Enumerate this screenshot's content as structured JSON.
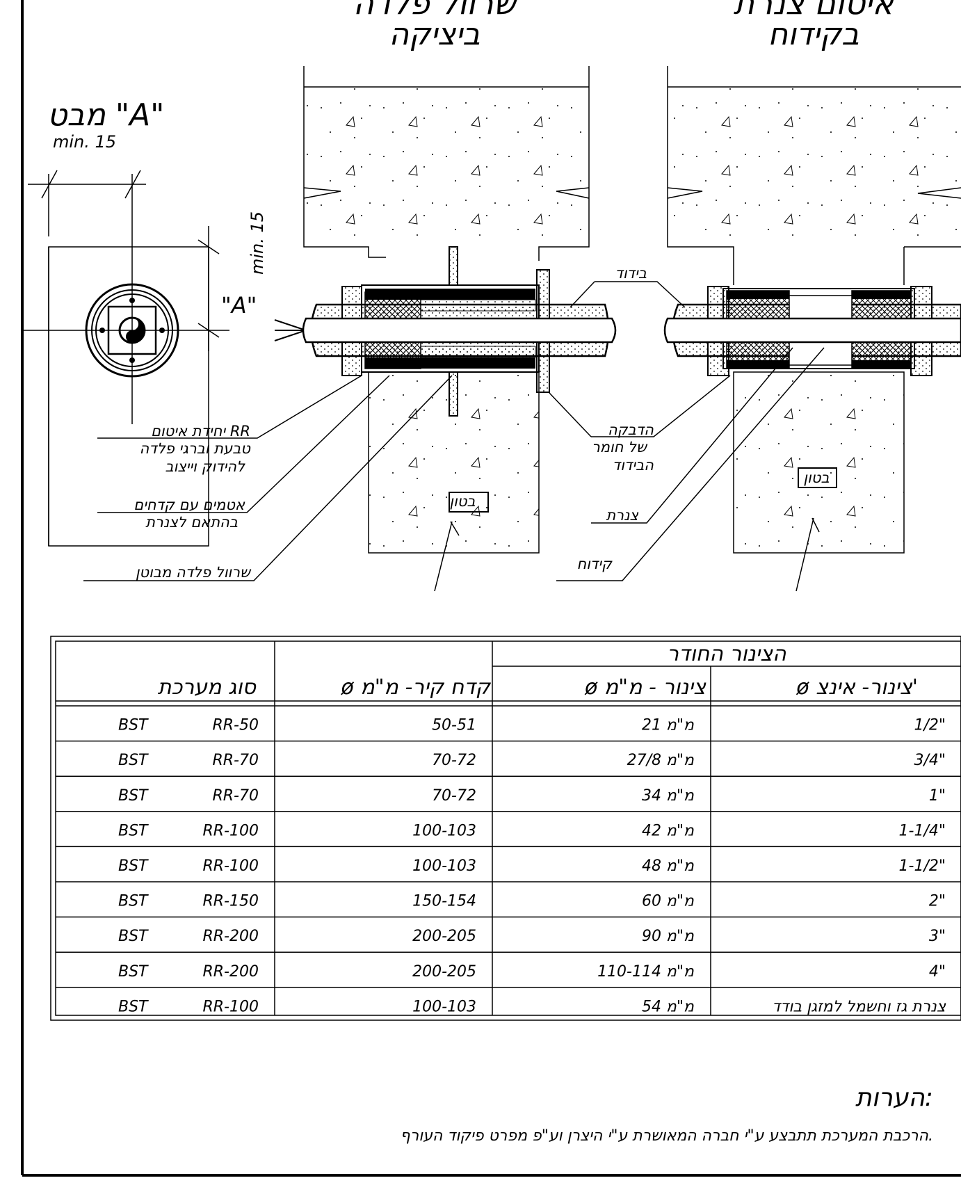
{
  "titles": {
    "left_top": "שרוול פלדה",
    "left": "ביציקה",
    "right_top": "איטום צנרת",
    "right": "בקידוח"
  },
  "view": {
    "title": "מבט \"A\"",
    "min1": "min. 15",
    "min2": "min. 15",
    "marker": "\"A\""
  },
  "labels": {
    "insulation": "בידוד",
    "rr_unit_l1": "יחידת איטום RR",
    "rr_unit_l2": "טבעת וברגי פלדה",
    "rr_unit_l3": "להידוק וייצוב",
    "seals_l1": "אטמים עם קדחים",
    "seals_l2": "בהתאם לצנרת",
    "sleeve": "שרוול פלדה מבוטן",
    "glue_l1": "הדבקה",
    "glue_l2": "של חומר",
    "glue_l3": "הבידוד",
    "pipe": "צנרת",
    "drilling": "קידוח",
    "concrete_left": "בטון",
    "concrete_right": "בטון"
  },
  "table": {
    "header_group": "הצינור החודר",
    "col_system": "סוג מערכת",
    "col_core": "ø קדח קיר- מ\"מ",
    "col_mm": "ø צינור - מ\"מ",
    "col_inch": "ø צינור- אינצ'",
    "rows": [
      {
        "bst": "BST",
        "rr": "RR-50",
        "core": "50-51",
        "mm": "21 מ\"מ",
        "inch": "1/2\""
      },
      {
        "bst": "BST",
        "rr": "RR-70",
        "core": "70-72",
        "mm": "27/8 מ\"מ",
        "inch": "3/4\""
      },
      {
        "bst": "BST",
        "rr": "RR-70",
        "core": "70-72",
        "mm": "34 מ\"מ",
        "inch": "1\""
      },
      {
        "bst": "BST",
        "rr": "RR-100",
        "core": "100-103",
        "mm": "42 מ\"מ",
        "inch": "1-1/4\""
      },
      {
        "bst": "BST",
        "rr": "RR-100",
        "core": "100-103",
        "mm": "48 מ\"מ",
        "inch": "1-1/2\""
      },
      {
        "bst": "BST",
        "rr": "RR-150",
        "core": "150-154",
        "mm": "60 מ\"מ",
        "inch": "2\""
      },
      {
        "bst": "BST",
        "rr": "RR-200",
        "core": "200-205",
        "mm": "90 מ\"מ",
        "inch": "3\""
      },
      {
        "bst": "BST",
        "rr": "RR-200",
        "core": "200-205",
        "mm": "110-114 מ\"מ",
        "inch": "4\""
      },
      {
        "bst": "BST",
        "rr": "RR-100",
        "core": "100-103",
        "mm": "54 מ\"מ",
        "inch": "צנרת גז וחשמל למזגן בודד"
      }
    ]
  },
  "notes": {
    "title": "הערות:",
    "line1": "הרכבת המערכת תתבצע ע\"י חברה המאושרת ע\"י היצרן וע\"פ מפרט פיקוד העורף."
  }
}
